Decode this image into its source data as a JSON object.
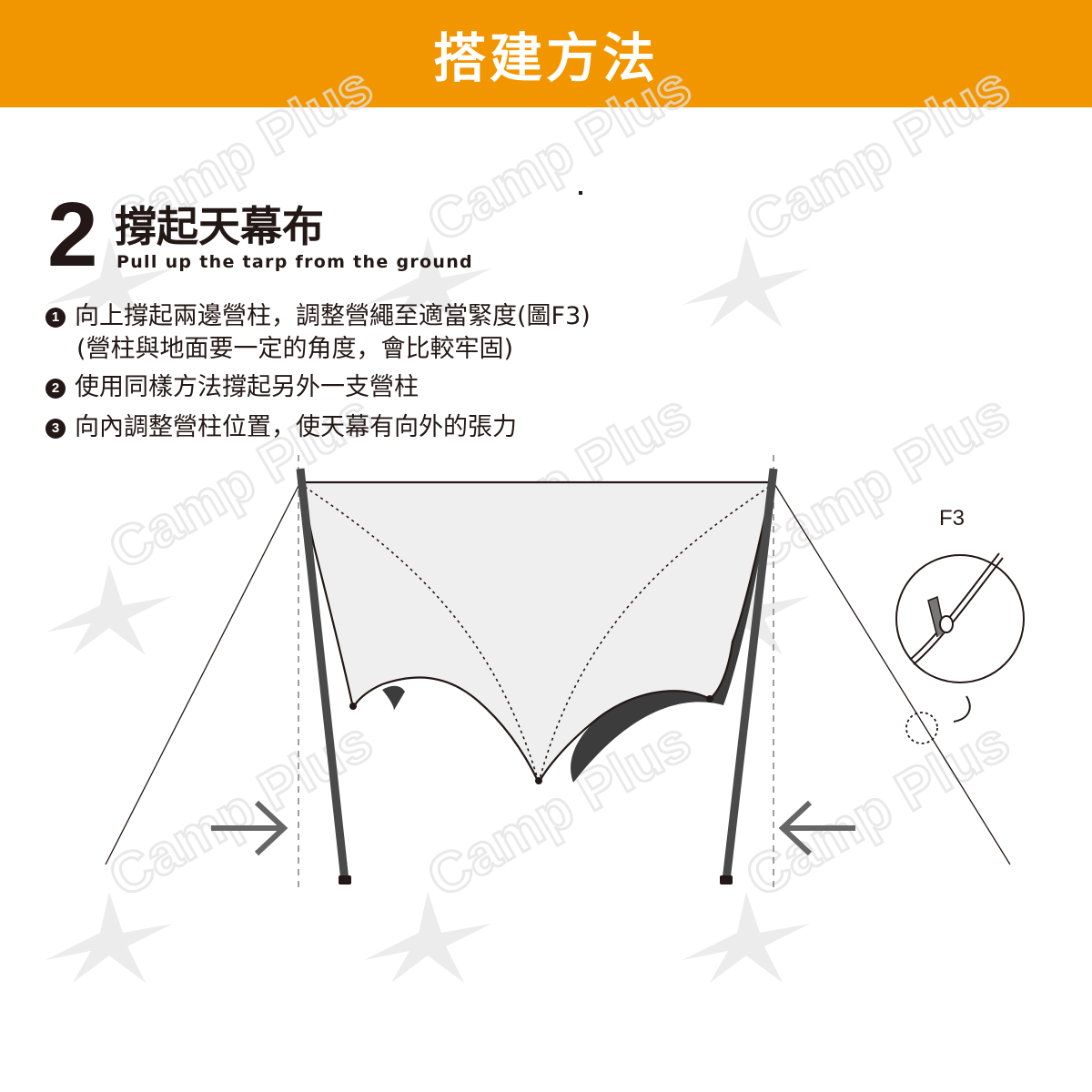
{
  "header": {
    "title": "搭建方法"
  },
  "step": {
    "number": "2",
    "title": "撐起天幕布",
    "subtitle": "Pull up the tarp from the ground"
  },
  "instructions": [
    {
      "num": "1",
      "line1": "向上撐起兩邊營柱，調整營繩至適當緊度(圖F3)",
      "line2": "(營柱與地面要一定的角度，會比較牢固)"
    },
    {
      "num": "2",
      "line1": "使用同樣方法撐起另外一支營柱"
    },
    {
      "num": "3",
      "line1": "向內調整營柱位置，使天幕有向外的張力"
    }
  ],
  "figure": {
    "label": "F3"
  },
  "watermark": {
    "text": "Camp Plus"
  },
  "colors": {
    "header_bg": "#f29600",
    "text": "#231815",
    "tarp_fill": "#efefef",
    "tarp_shadow": "#3c3c3c",
    "pole": "#4a4a4a",
    "arrow": "#666666",
    "watermark": "#dcdcdc"
  }
}
